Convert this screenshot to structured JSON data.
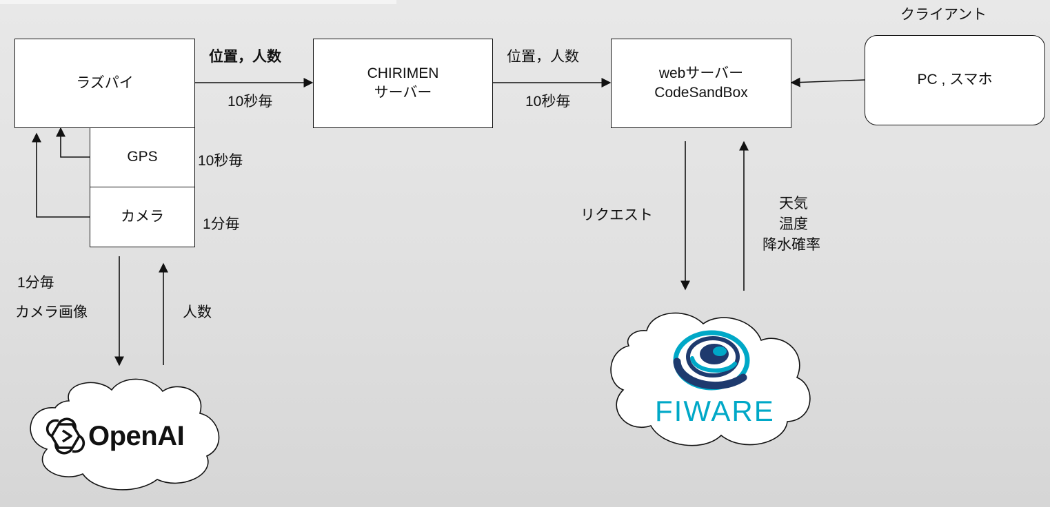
{
  "nodes": {
    "raspberry_pi": "ラズパイ",
    "gps": "GPS",
    "camera": "カメラ",
    "chirimen_line1": "CHIRIMEN",
    "chirimen_line2": "サーバー",
    "web_line1": "webサーバー",
    "web_line2": "CodeSandBox",
    "client": "PC , スマホ",
    "client_heading": "クライアント"
  },
  "edge_labels": {
    "pi_to_chirimen_top": "位置，人数",
    "pi_to_chirimen_bottom": "10秒毎",
    "chirimen_to_web_top": "位置，人数",
    "chirimen_to_web_bottom": "10秒毎",
    "gps_interval": "10秒毎",
    "camera_interval": "1分毎",
    "to_openai_line1": "1分毎",
    "to_openai_line2": "カメラ画像",
    "from_openai": "人数",
    "to_fiware": "リクエスト",
    "from_fiware_line1": "天気",
    "from_fiware_line2": "温度",
    "from_fiware_line3": "降水確率"
  },
  "clouds": {
    "openai": "OpenAI",
    "fiware": "FIWARE"
  },
  "colors": {
    "fiware_dark": "#1E3A6E",
    "fiware_light": "#00A8C7",
    "stroke": "#111111"
  }
}
